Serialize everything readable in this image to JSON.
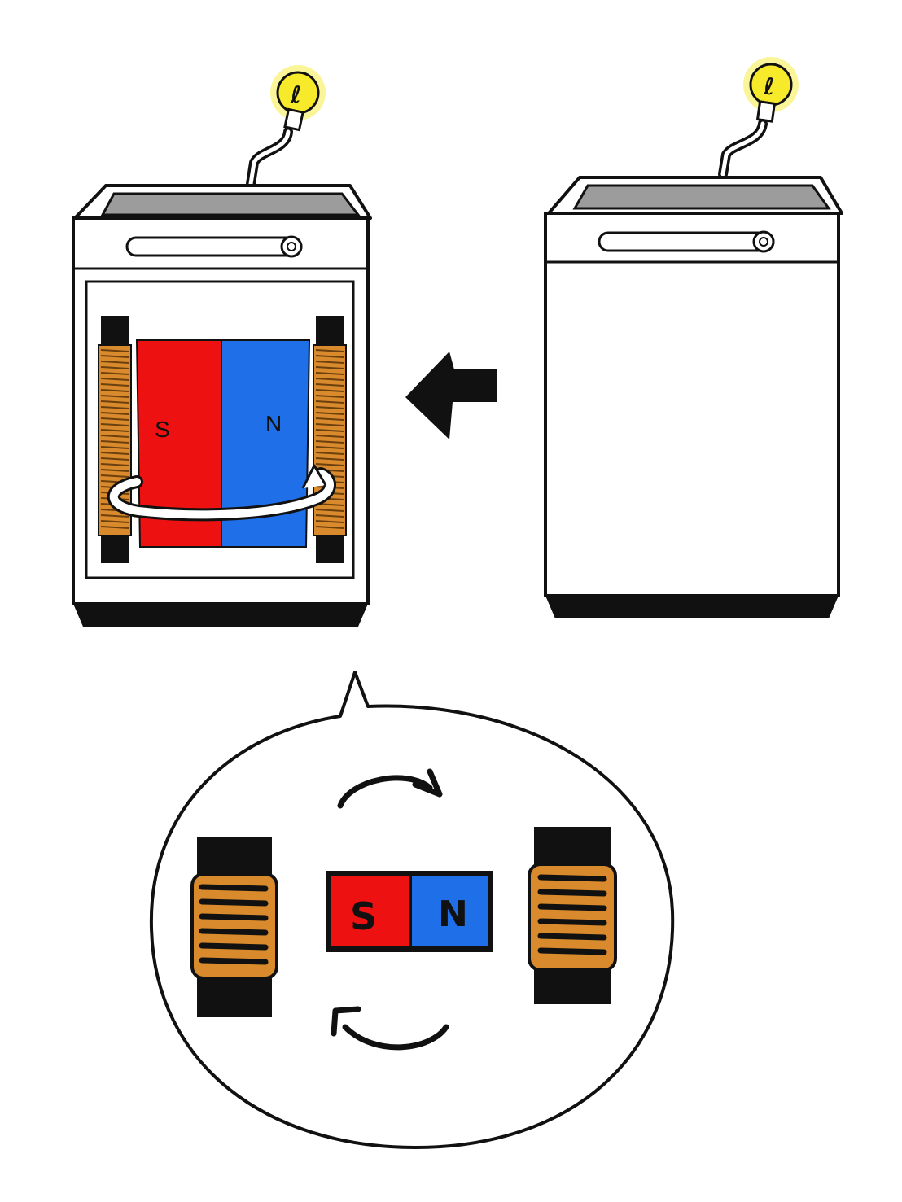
{
  "labels": {
    "south": "S",
    "north": "N"
  },
  "bulb_glyph": "ℓ",
  "icons": [
    "light-bulb-icon",
    "left-arrow-icon",
    "rotation-arrow-icon"
  ],
  "colors": {
    "south_pole": "#ee1111",
    "north_pole": "#1f6fe8",
    "coil": "#d98a2c",
    "bulb": "#f7ea2a",
    "bulb_glow": "#fbf59a",
    "lid": "#9c9c9c",
    "outline": "#111111"
  }
}
